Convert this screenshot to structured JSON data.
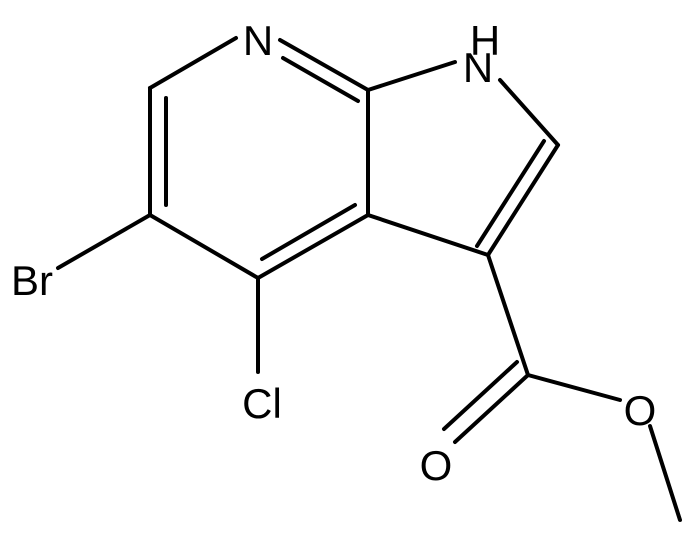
{
  "molecule": {
    "atoms": {
      "N_pyridine": "N",
      "N_pyrrole": "N",
      "H_pyrrole": "H",
      "Br": "Br",
      "Cl": "Cl",
      "O_carbonyl": "O",
      "O_ester": "O"
    },
    "colors": {
      "bond": "#000000",
      "label": "#000000",
      "background": "#ffffff"
    }
  }
}
